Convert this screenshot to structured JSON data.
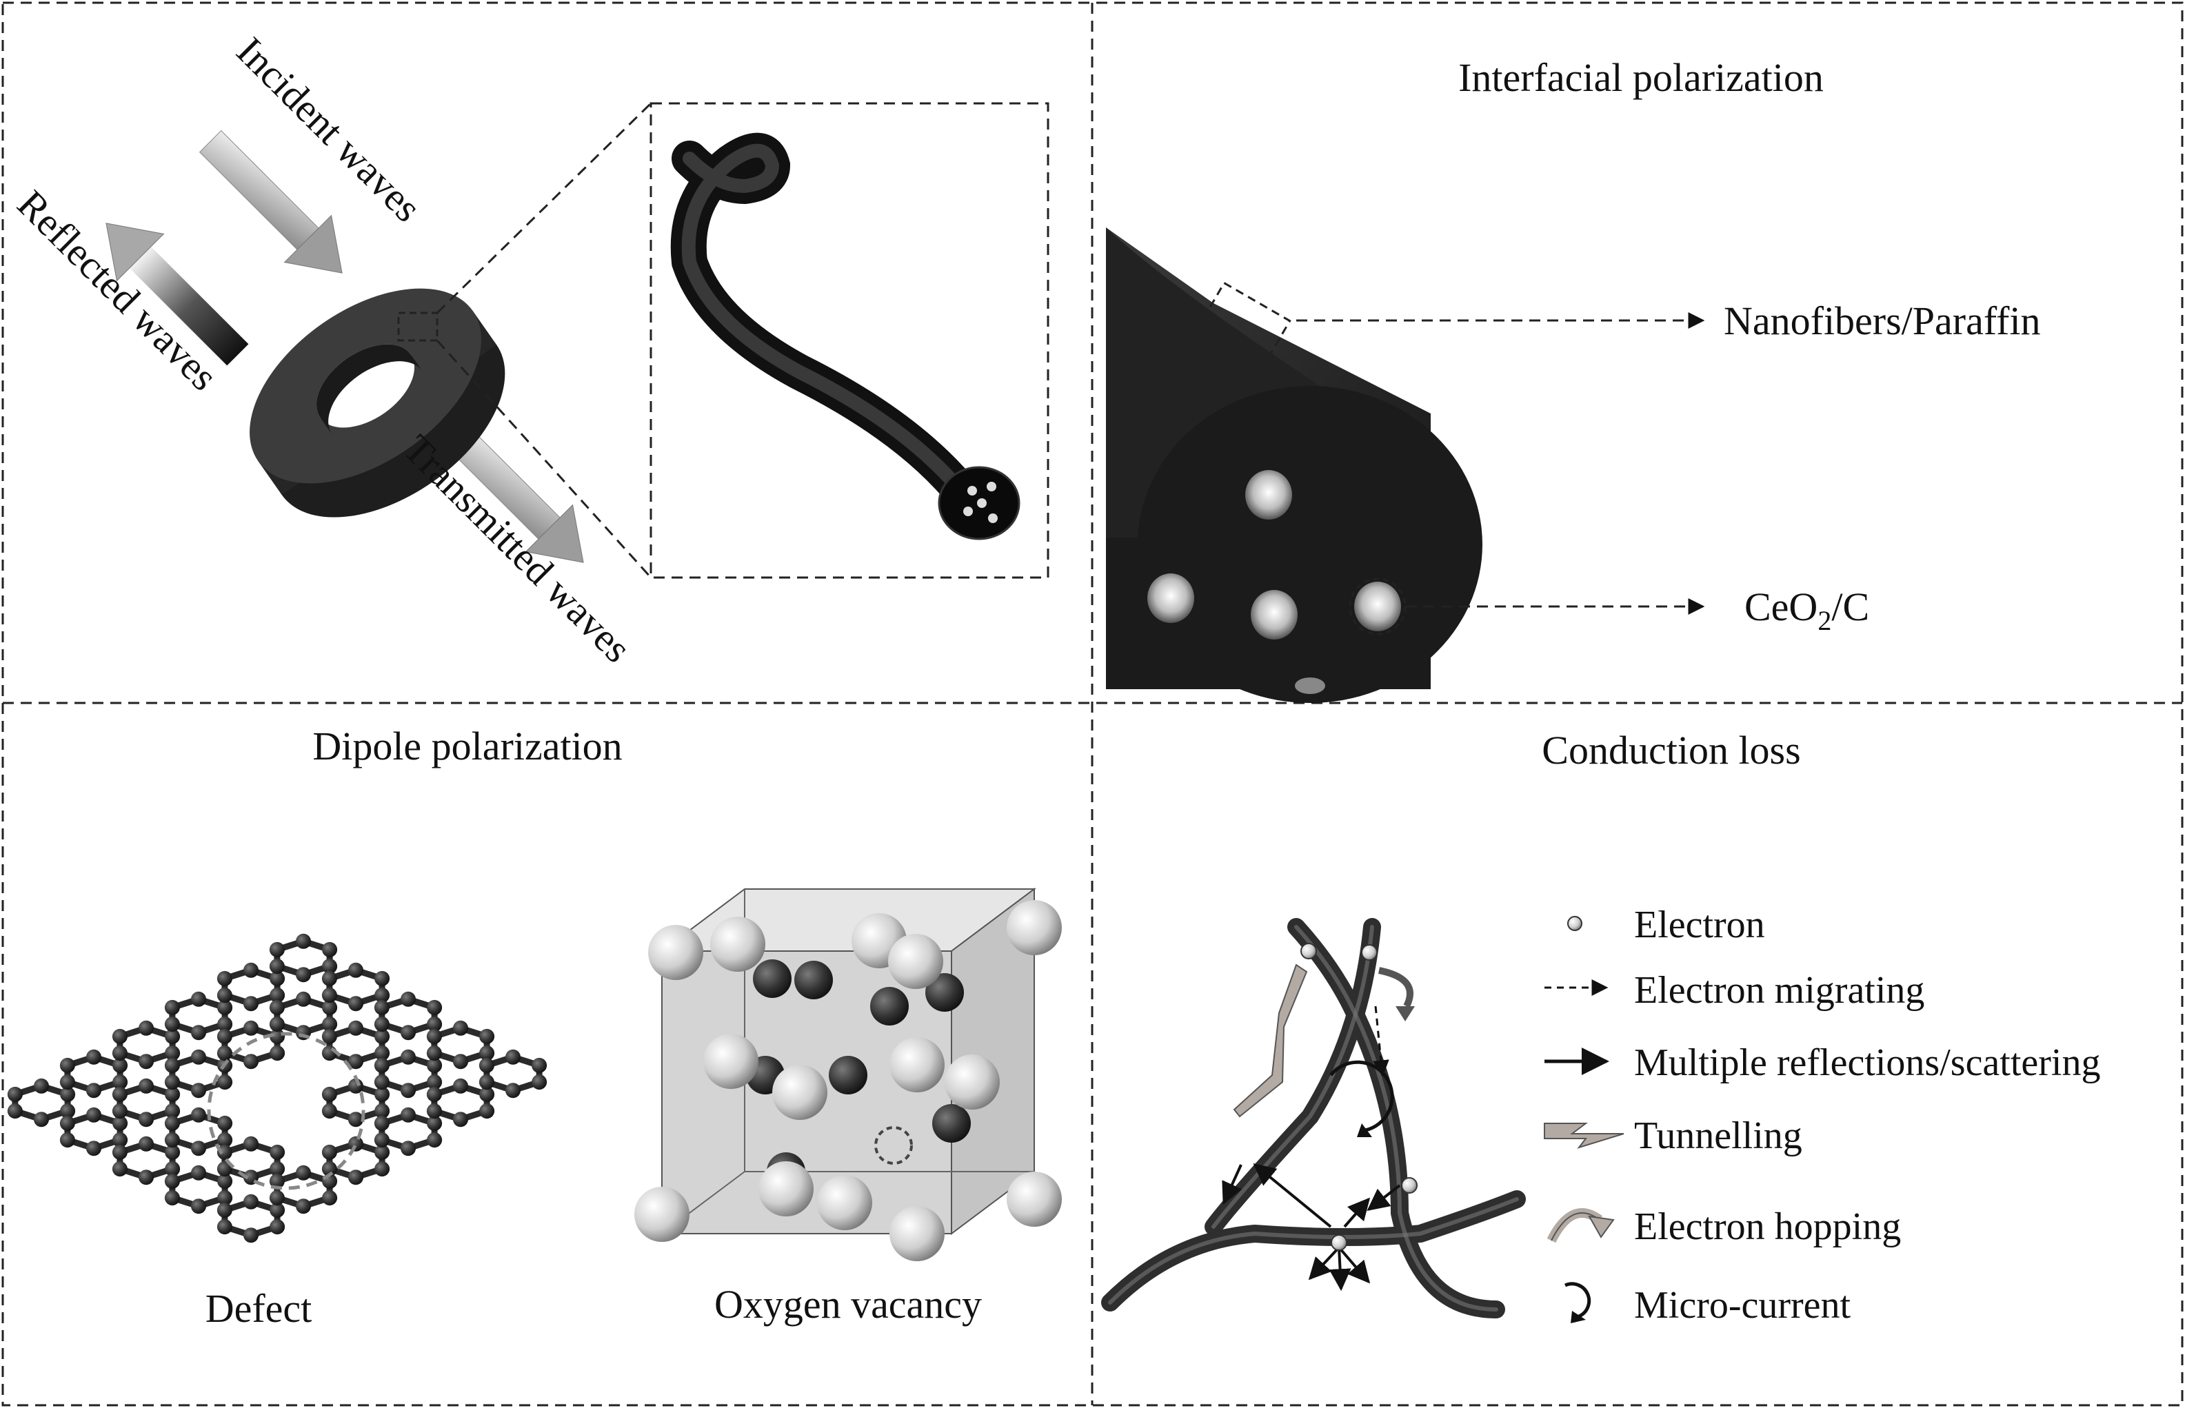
{
  "panels": {
    "absorption": {
      "incident": "Incident waves",
      "reflected": "Reflected waves",
      "transmitted": "Transmitted waves"
    },
    "interfacial": {
      "title": "Interfacial polarization",
      "label_interface": "Nanofibers/Paraffin",
      "label_particle_main": "CeO",
      "label_particle_sub": "2",
      "label_particle_suffix": "/C"
    },
    "dipole": {
      "title": "Dipole polarization",
      "defect": "Defect",
      "vacancy": "Oxygen vacancy"
    },
    "conduction": {
      "title": "Conduction loss",
      "legend": {
        "electron": "Electron",
        "migrating": "Electron migrating",
        "reflections": "Multiple reflections/scattering",
        "tunnelling": "Tunnelling",
        "hopping": "Electron hopping",
        "microcurrent": "Micro-current"
      }
    }
  },
  "colors": {
    "fiber": "#2e2e2e",
    "arrow_light": "#9a9a9a",
    "cube_face": "#d6d6d6",
    "atom_dark": "#3a3a3a"
  }
}
